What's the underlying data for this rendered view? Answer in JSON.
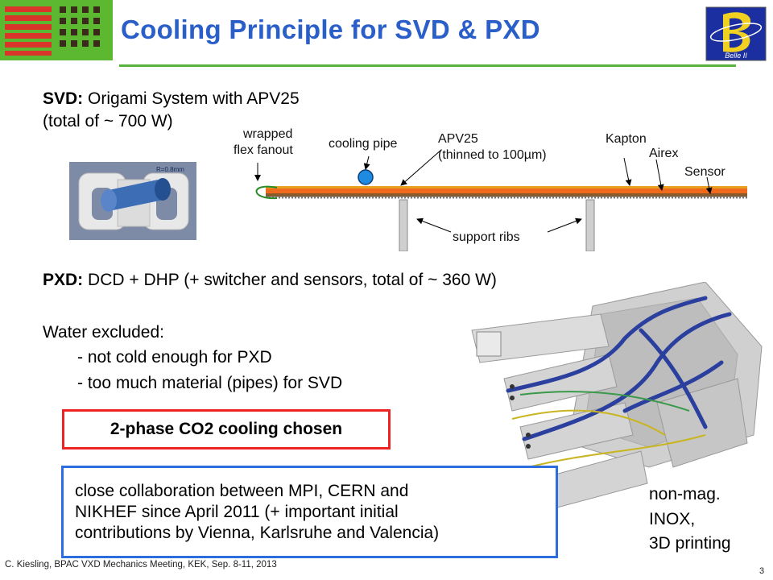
{
  "title": "Cooling Principle for SVD & PXD",
  "logo_text": "Belle II",
  "svd": {
    "heading": "SVD:",
    "line1": "Origami System with APV25",
    "line2": "(total of ~ 700 W)"
  },
  "svd_diagram": {
    "wrapped_1": "wrapped",
    "wrapped_2": "flex fanout",
    "cooling_pipe": "cooling pipe",
    "apv_1": "APV25",
    "apv_2": "(thinned to 100µm)",
    "kapton": "Kapton",
    "airex": "Airex",
    "sensor": "Sensor",
    "support_ribs": "support ribs",
    "pipe_radius": "R=0.8mm"
  },
  "pxd": {
    "heading": "PXD:",
    "line": "DCD + DHP  (+ switcher and sensors, total of ~ 360 W)"
  },
  "water": {
    "line1": "Water excluded:",
    "line2": "- not cold enough for PXD",
    "line3": "- too much material (pipes) for SVD"
  },
  "chosen": "2-phase CO2  cooling chosen",
  "collab": {
    "line1": "close collaboration between MPI, CERN and",
    "line2": "NIKHEF since April 2011   (+ important initial",
    "line3": "contributions by Vienna, Karlsruhe and Valencia)"
  },
  "side_note": {
    "line1": "non-mag.",
    "line2": "INOX,",
    "line3": "3D printing"
  },
  "footer": "C. Kiesling, BPAC VXD Mechanics Meeting, KEK, Sep. 8-11, 2013",
  "page_number": "3",
  "colors": {
    "title_blue": "#2a5fc9",
    "rule_green": "#58b43c",
    "box_red": "#e22222",
    "box_blue": "#2d6de0"
  }
}
